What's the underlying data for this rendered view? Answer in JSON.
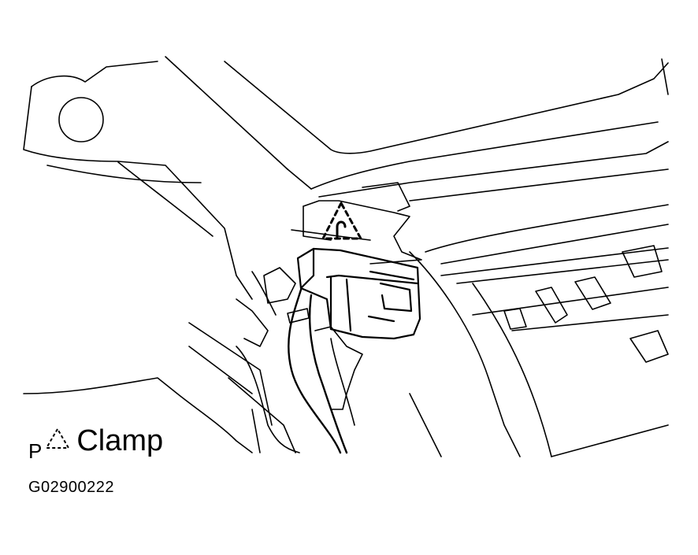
{
  "legend": {
    "prefix": "P",
    "icon": "dashed-triangle-clamp-icon",
    "label": "Clamp"
  },
  "figure_code": "G02900222",
  "colors": {
    "line": "#000000",
    "background": "#ffffff"
  }
}
